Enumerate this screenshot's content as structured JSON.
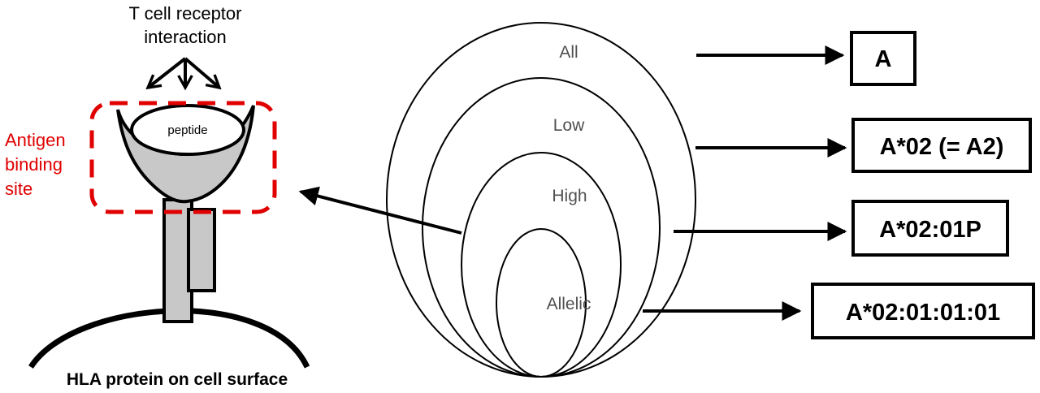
{
  "tcr_label_line1": "T cell receptor",
  "tcr_label_line2": "interaction",
  "peptide_label": "peptide",
  "antigen_label_line1": "Antigen",
  "antigen_label_line2": "binding",
  "antigen_label_line3": "site",
  "hla_caption": "HLA protein on cell surface",
  "levels": [
    {
      "ring": "All",
      "typing": "A"
    },
    {
      "ring": "Low",
      "typing": "A*02 (= A2)"
    },
    {
      "ring": "High",
      "typing": "A*02:01P"
    },
    {
      "ring": "Allelic",
      "typing": "A*02:01:01:01"
    }
  ],
  "colors": {
    "antigen_site": "#e00000",
    "protein_fill": "#c8c8c8",
    "stroke": "#000000"
  },
  "icons": [
    "arrow-icon"
  ]
}
